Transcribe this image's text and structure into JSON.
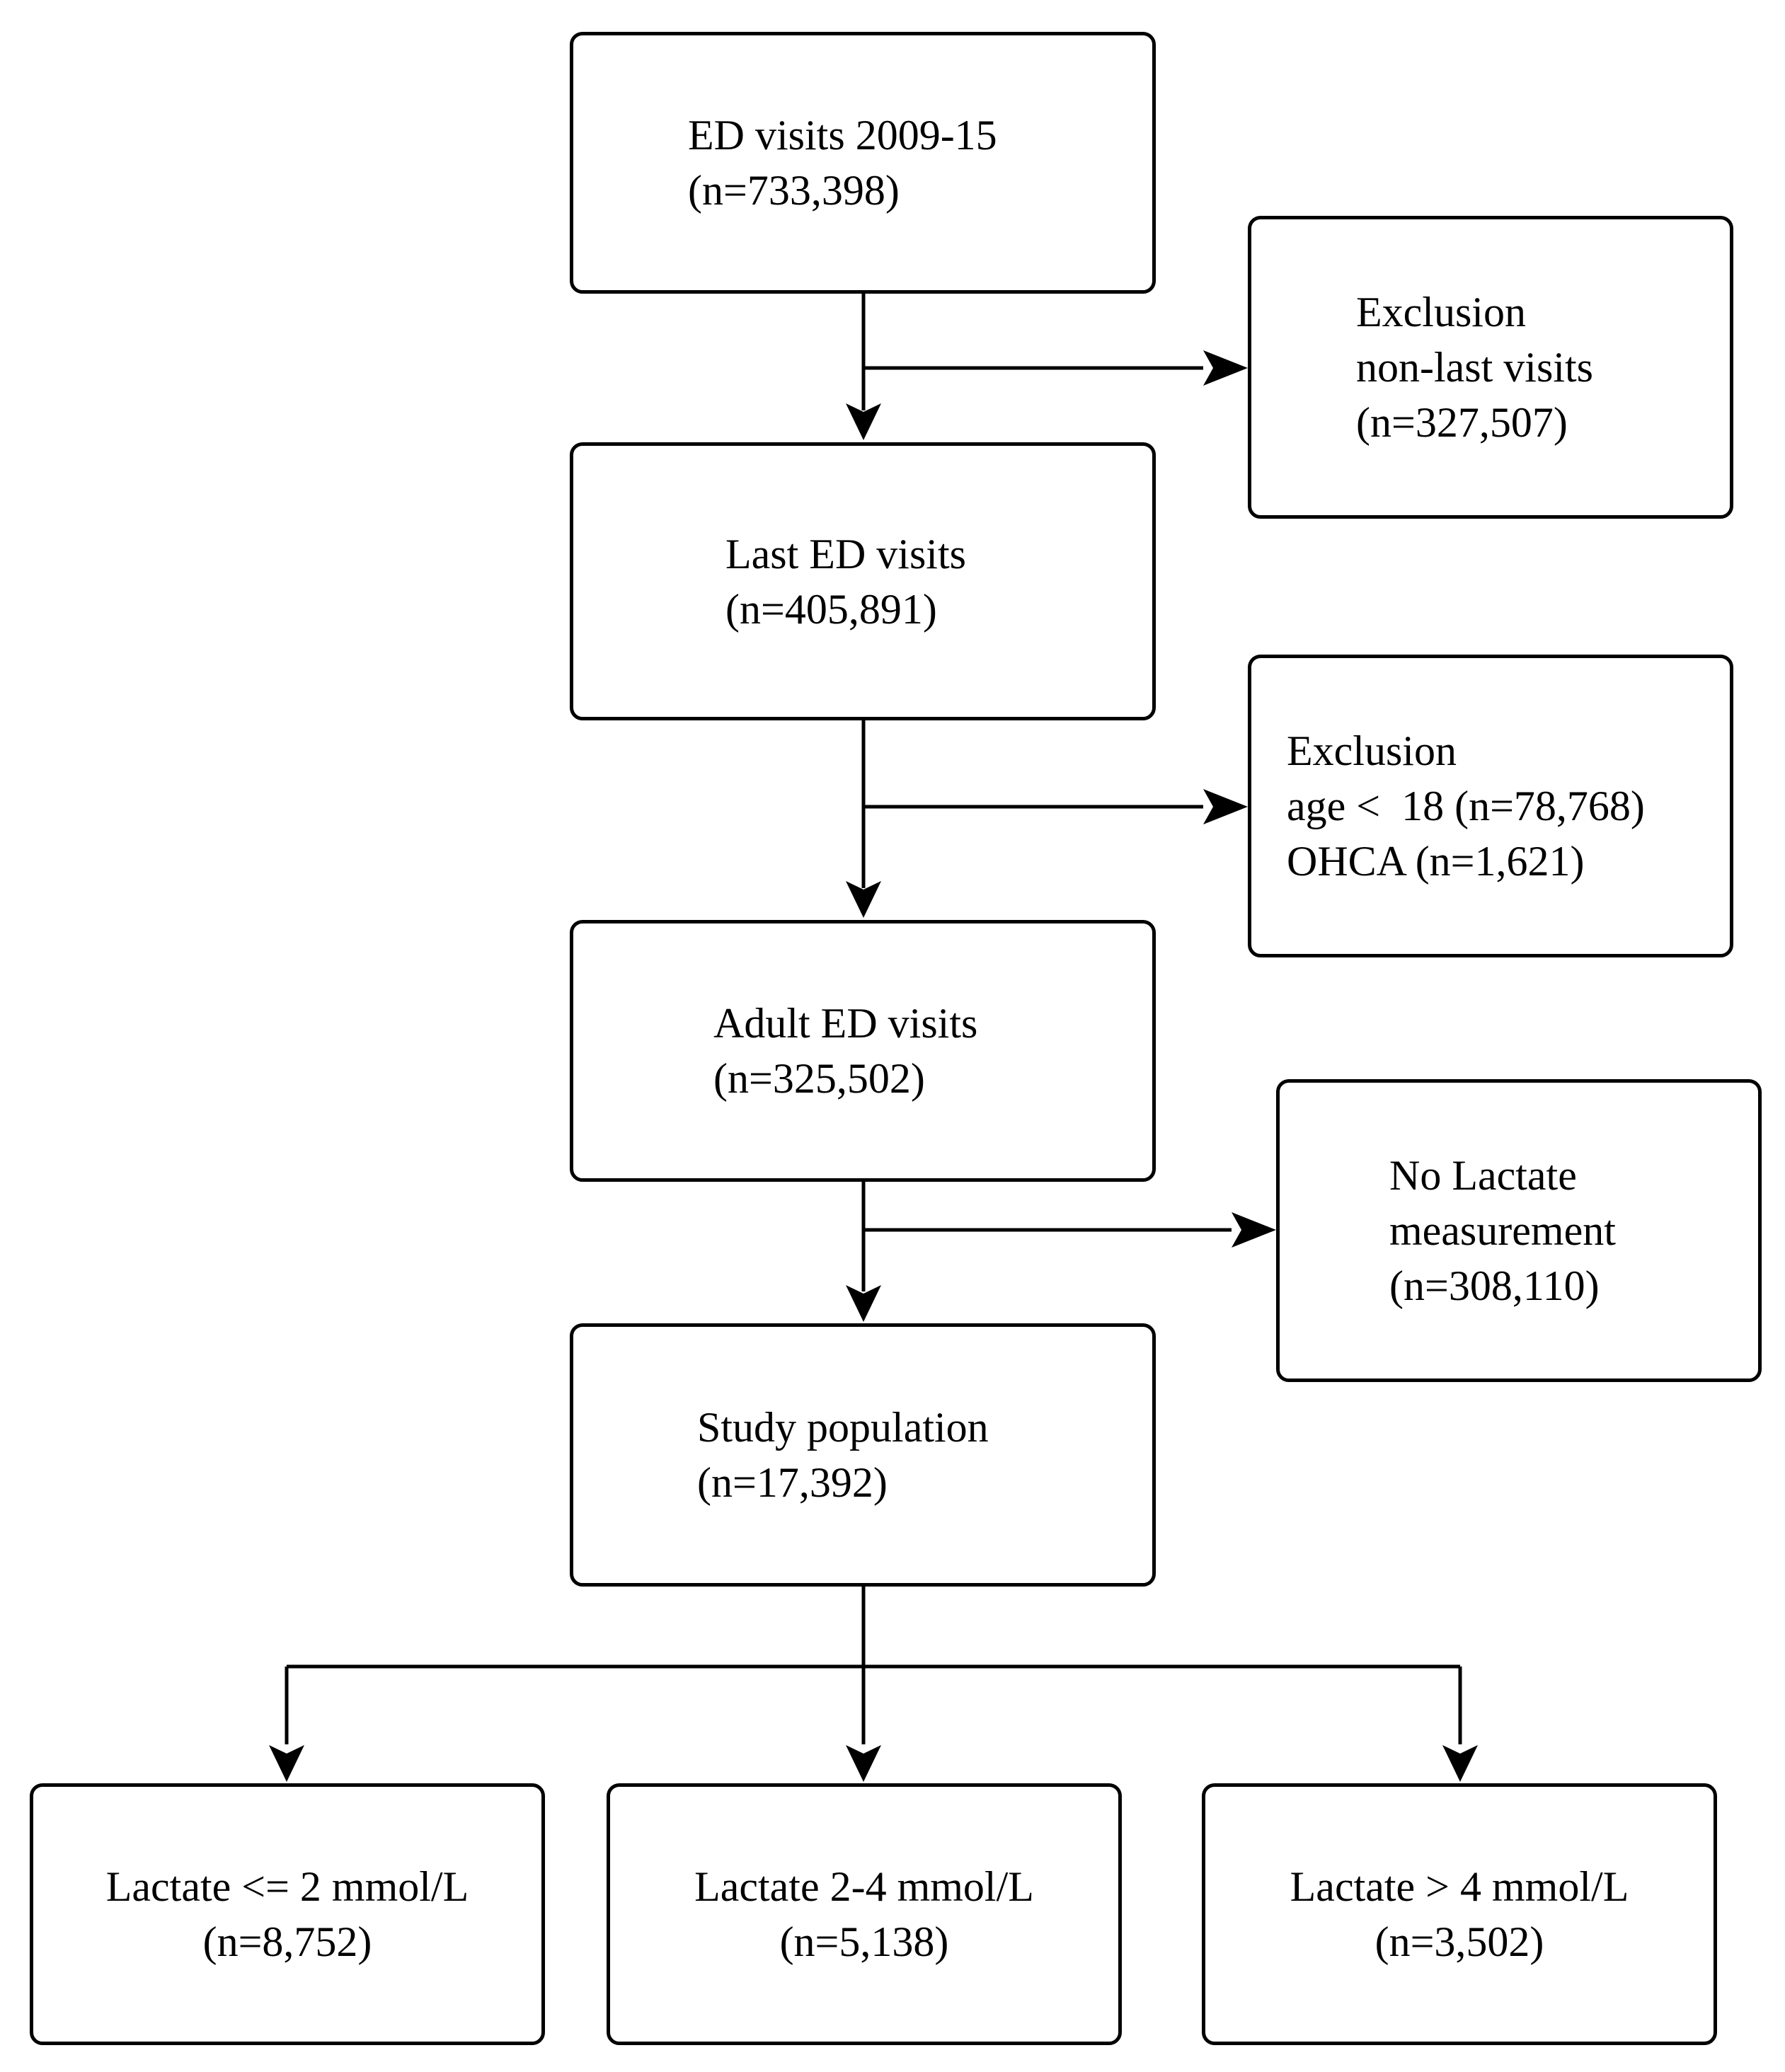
{
  "main_boxes": {
    "ed_visits": {
      "title": "ED visits 2009-15",
      "count": "(n=733,398)"
    },
    "last_ed": {
      "title": "Last ED visits",
      "count": "(n=405,891)"
    },
    "adult_ed": {
      "title": "Adult ED visits",
      "count": "(n=325,502)"
    },
    "study_population": {
      "title": "Study population",
      "count": "(n=17,392)"
    }
  },
  "exclusion_boxes": {
    "non_last": {
      "line1": "Exclusion",
      "line2": "non-last visits",
      "line3": "(n=327,507)"
    },
    "age_ohca": {
      "line1": "Exclusion",
      "line2": "age <  18 (n=78,768)",
      "line3": "OHCA (n=1,621)"
    },
    "no_lactate": {
      "line1": "No Lactate",
      "line2": "measurement",
      "line3": "(n=308,110)"
    }
  },
  "outcome_boxes": {
    "low": {
      "title": "Lactate <= 2 mmol/L",
      "count": "(n=8,752)"
    },
    "mid": {
      "title": "Lactate 2-4 mmol/L",
      "count": "(n=5,138)"
    },
    "high": {
      "title": "Lactate > 4 mmol/L",
      "count": "(n=3,502)"
    }
  }
}
